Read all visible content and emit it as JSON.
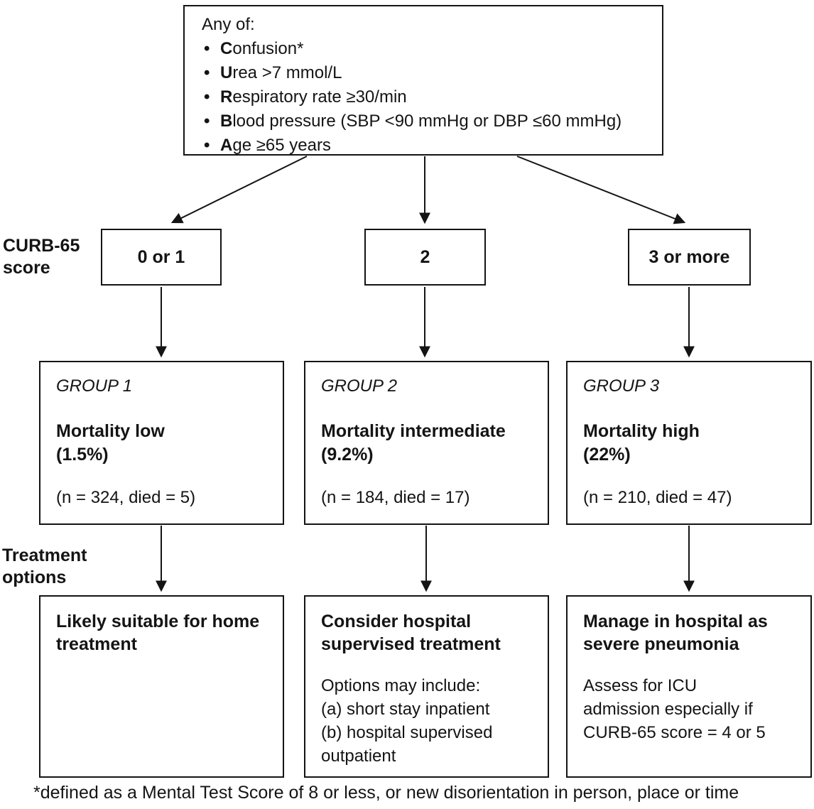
{
  "criteria": {
    "title": "Any of:",
    "items": [
      {
        "bold": "C",
        "rest": "onfusion*"
      },
      {
        "bold": "U",
        "rest": "rea >7 mmol/L"
      },
      {
        "bold": "R",
        "rest": "espiratory rate ≥30/min"
      },
      {
        "bold": "B",
        "rest": "lood pressure (SBP <90 mmHg or DBP ≤60 mmHg)"
      },
      {
        "bold": "A",
        "rest": "ge ≥65 years"
      }
    ]
  },
  "labels": {
    "score": "CURB-65\nscore",
    "treatment": "Treatment\noptions"
  },
  "scores": [
    "0 or 1",
    "2",
    "3 or more"
  ],
  "groups": [
    {
      "name": "GROUP 1",
      "mortality": "Mortality low\n(1.5%)",
      "stats": "(n = 324, died = 5)"
    },
    {
      "name": "GROUP 2",
      "mortality": "Mortality intermediate\n(9.2%)",
      "stats": "(n = 184, died = 17)"
    },
    {
      "name": "GROUP 3",
      "mortality": "Mortality high\n(22%)",
      "stats": "(n = 210, died = 47)"
    }
  ],
  "treatments": [
    {
      "heading": "Likely suitable for home treatment",
      "body": ""
    },
    {
      "heading": "Consider hospital supervised treatment",
      "body": "Options may include:\n(a) short stay inpatient\n(b) hospital supervised\noutpatient"
    },
    {
      "heading": "Manage in hospital as severe pneumonia",
      "body": "Assess for ICU\nadmission especially if\nCURB-65 score = 4 or 5"
    }
  ],
  "footnote": "*defined as a Mental Test Score of 8 or less, or new disorientation in person, place or time",
  "colors": {
    "line": "#141414",
    "text": "#141414",
    "background": "#ffffff"
  }
}
